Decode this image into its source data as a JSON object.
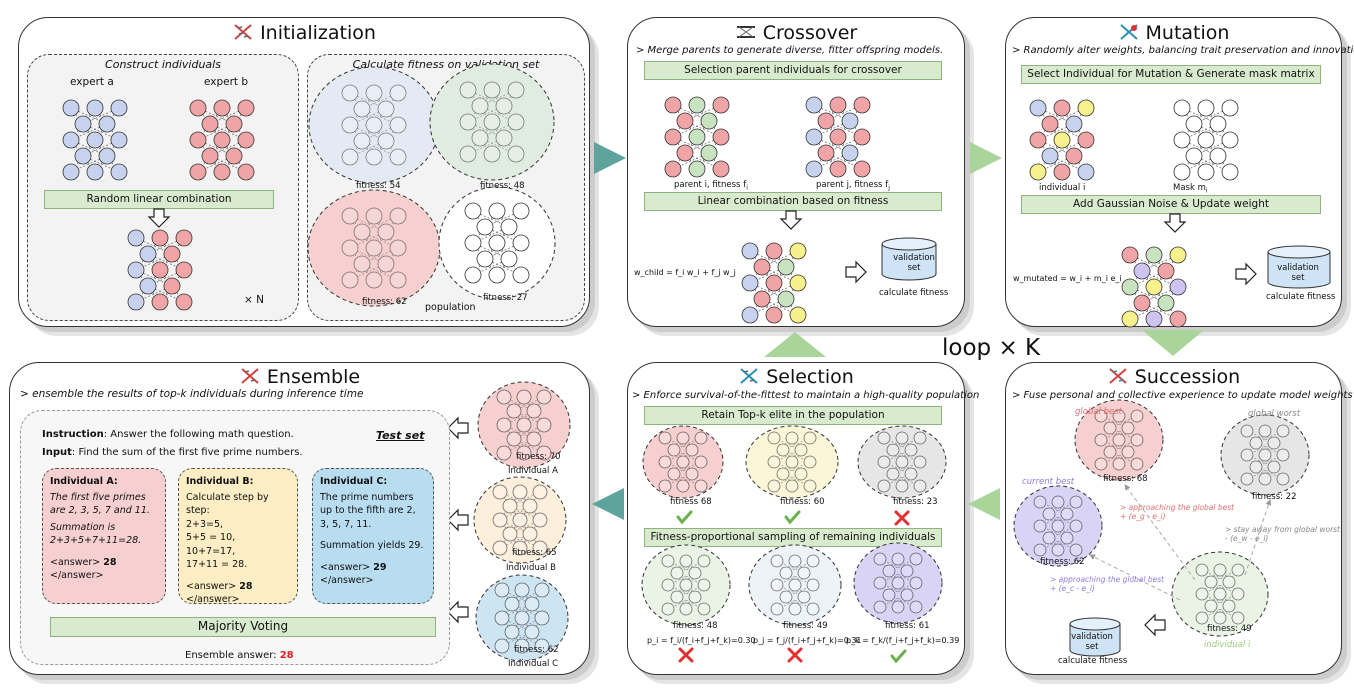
{
  "init": {
    "title": "Initialization",
    "construct": "Construct individuals",
    "expert_a": "expert a",
    "expert_b": "expert b",
    "random_combo": "Random linear combination",
    "times_n": "× N",
    "calc_fitness": "Calculate fitness on validation set",
    "fitness_blue": "fitness: 54",
    "fitness_green": "fitness: 48",
    "fitness_red": "fitness: 62",
    "fitness_white": "fitness: 27",
    "population": "population"
  },
  "crossover": {
    "title": "Crossover",
    "desc": "> Merge parents to generate diverse, fitter offspring models.",
    "select_bar": "Selection parent individuals for crossover",
    "parent_i": "parent i, fitness f",
    "parent_i_sub": "i",
    "parent_j": "parent j, fitness f",
    "parent_j_sub": "j",
    "linear_bar": "Linear combination based on fitness",
    "formula": "w_child = f_i w_i + f_j w_j",
    "validation": "validation set",
    "calc": "calculate fitness"
  },
  "mutation": {
    "title": "Mutation",
    "desc": "> Randomly alter weights, balancing trait preservation and innovation.",
    "select_bar": "Select Individual for Mutation & Generate mask matrix",
    "individual_i": "individual i",
    "mask": "Mask m",
    "mask_sub": "i",
    "noise_bar": "Add Gaussian Noise & Update weight",
    "formula": "w_mutated = w_i + m_i e_i",
    "validation": "validation set",
    "calc": "calculate fitness"
  },
  "loop": "loop × K",
  "ensemble": {
    "title": "Ensemble",
    "desc": "> ensemble the results of top-k individuals during inference time",
    "instruction_label": "Instruction",
    "instruction": ": Answer the following math question.",
    "test_set": "Test set",
    "input_label": "Input",
    "input": ": Find the sum of the first five prime numbers.",
    "cards": [
      {
        "head": "Individual A:",
        "lines": [
          "The first five primes are 2, 3, 5, 7 and 11.",
          "Summation is 2+3+5+7+11=28."
        ],
        "answer_pre": "<answer> ",
        "answer_val": "28",
        "answer_post": " </answer>"
      },
      {
        "head": "Individual B:",
        "lines": [
          "Calculate step by step:",
          "2+3=5,",
          "5+5 = 10,",
          "10+7=17,",
          "17+11 = 28."
        ],
        "answer_pre": "<answer> ",
        "answer_val": "28",
        "answer_post": " </answer>"
      },
      {
        "head": "Individual C:",
        "lines": [
          "The prime numbers up to the fifth are 2, 3, 5, 7, 11.",
          "Summation yields 29."
        ],
        "answer_pre": "<answer> ",
        "answer_val": "29",
        "answer_post": " </answer>"
      }
    ],
    "voting": "Majority Voting",
    "result_label": "Ensemble answer: ",
    "result_value": "28",
    "side": [
      {
        "fitness": "fitness: 70",
        "name": "Individual A"
      },
      {
        "fitness": "fitness: 65",
        "name": "Individual B"
      },
      {
        "fitness": "fitness: 62",
        "name": "Individual C"
      }
    ]
  },
  "selection": {
    "title": "Selection",
    "desc": "> Enforce survival-of-the-fittest to maintain a high-quality population",
    "retain_bar": "Retain Top-k elite in the population",
    "top": [
      {
        "fitness": "fitness 68",
        "mark": "check"
      },
      {
        "fitness": "fitness: 60",
        "mark": "check"
      },
      {
        "fitness": "fitness: 23",
        "mark": "cross"
      }
    ],
    "sampling_bar": "Fitness-proportional sampling of remaining individuals",
    "bottom": [
      {
        "fitness": "fitness: 48",
        "prob": "p_i = f_i/(f_i+f_j+f_k)=0.30",
        "mark": "cross"
      },
      {
        "fitness": "fitness: 49",
        "prob": "p_j = f_j/(f_i+f_j+f_k)=0.31",
        "mark": "cross"
      },
      {
        "fitness": "fitness: 61",
        "prob": "p_k = f_k/(f_i+f_j+f_k)=0.39",
        "mark": "check"
      }
    ]
  },
  "succession": {
    "title": "Succession",
    "desc": "> Fuse personal and collective experience to update model weights",
    "global_best": "global best",
    "global_worst": "global worst",
    "current_best": "current best",
    "f_best": "fitness: 68",
    "f_worst": "fitness: 22",
    "f_current": "fitness: 62",
    "f_individual": "fitness: 49",
    "individual": "individual i",
    "approach_global": "> approaching the global best",
    "approach_global_f": "+ (e_g - e_i)",
    "stay_away": "> stay away from global worst",
    "stay_away_f": "- (e_w - e_i)",
    "approach_current": "> approaching the global best",
    "approach_current_f": "+ (e_c - e_i)",
    "validation": "validation set",
    "calc": "calculate fitness"
  },
  "colors": {
    "blue_node": "#c7d3ee",
    "red_node": "#f0a4a6",
    "green_node": "#c9e2c0",
    "yellow_node": "#f6f08d",
    "purple_node": "#cfc3f2",
    "arrow_teal": "#5ea39c",
    "arrow_green": "#a9d59a"
  }
}
